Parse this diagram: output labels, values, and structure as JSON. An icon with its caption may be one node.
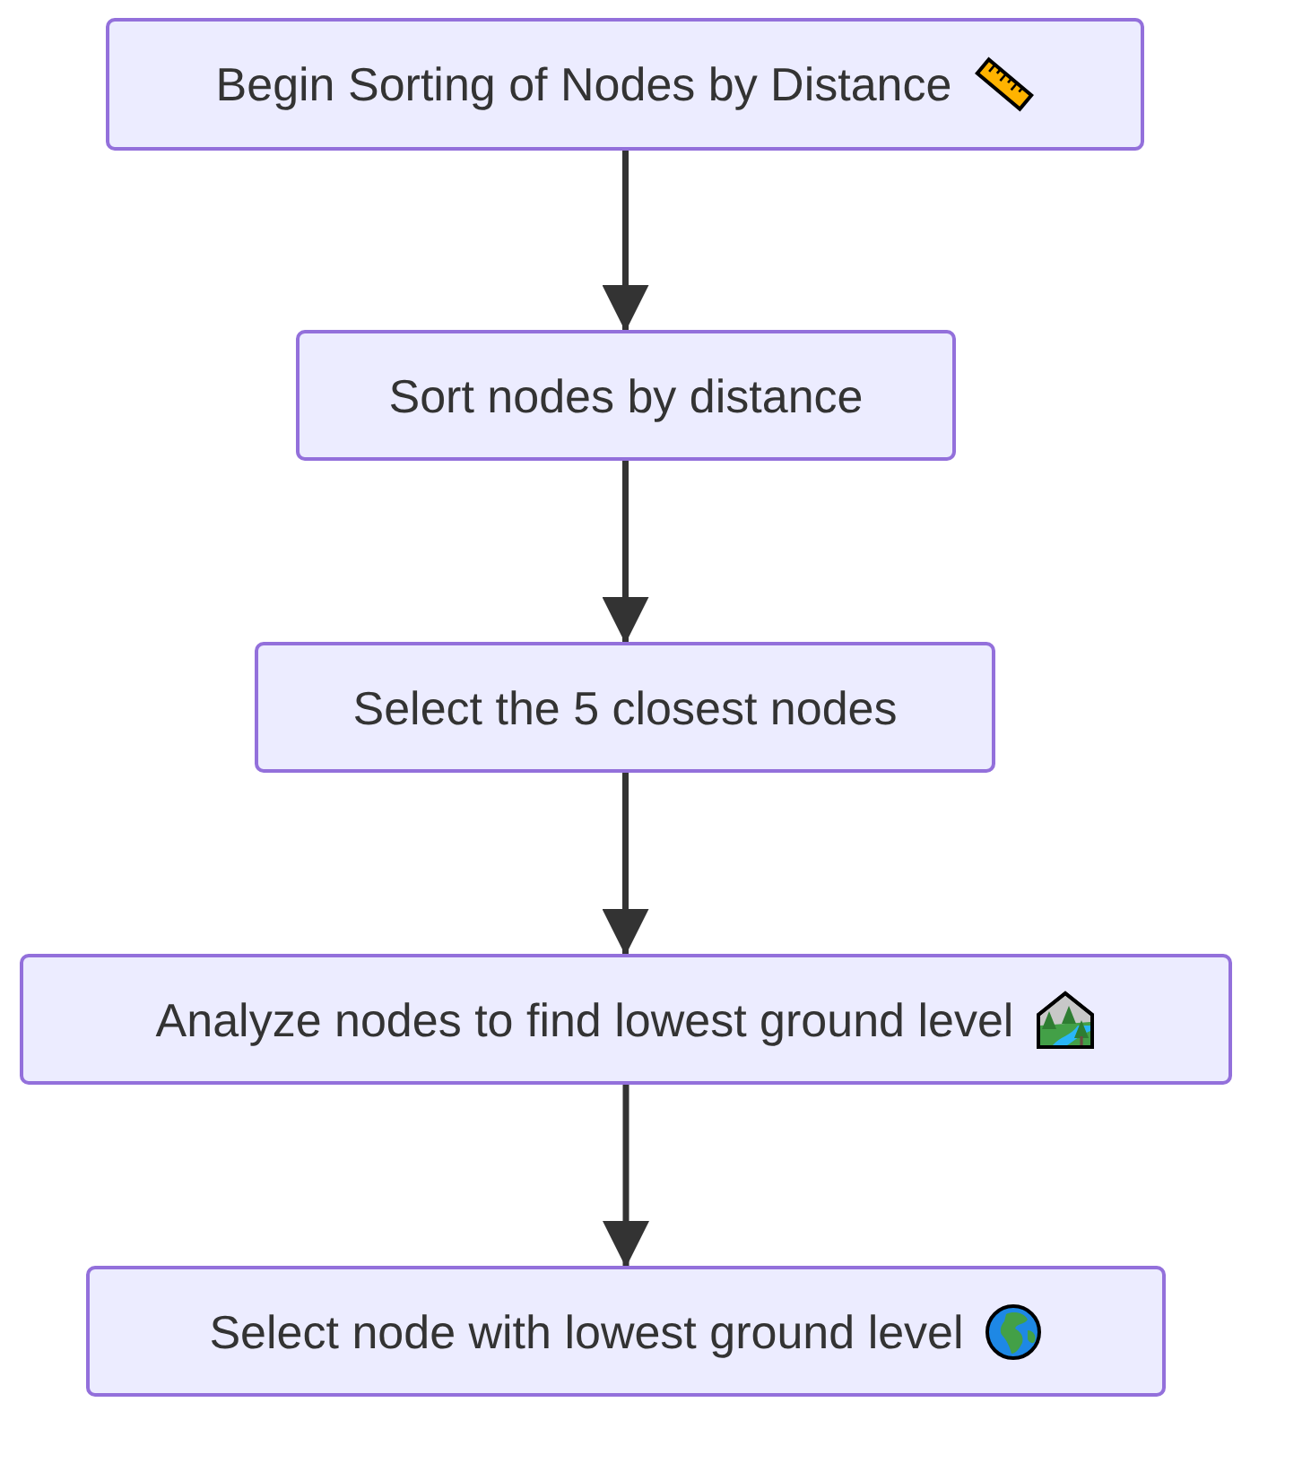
{
  "diagram": {
    "nodes": [
      {
        "text": [
          "Begin Sorting of Nodes by Distance"
        ]
      },
      {
        "text": [
          "Sort nodes by distance"
        ]
      },
      {
        "text": [
          "Select the 5 closest nodes"
        ]
      },
      {
        "text": [
          "Analyze nodes to find lowest ground level"
        ]
      },
      {
        "text": [
          "Select node with lowest ground level"
        ]
      }
    ],
    "edges": [
      {
        "from": 0,
        "to": 1,
        "arrow": "to"
      },
      {
        "from": 1,
        "to": 2,
        "arrow": "to"
      },
      {
        "from": 2,
        "to": 3,
        "arrow": "to"
      },
      {
        "from": 3,
        "to": 4,
        "arrow": "to"
      }
    ]
  }
}
